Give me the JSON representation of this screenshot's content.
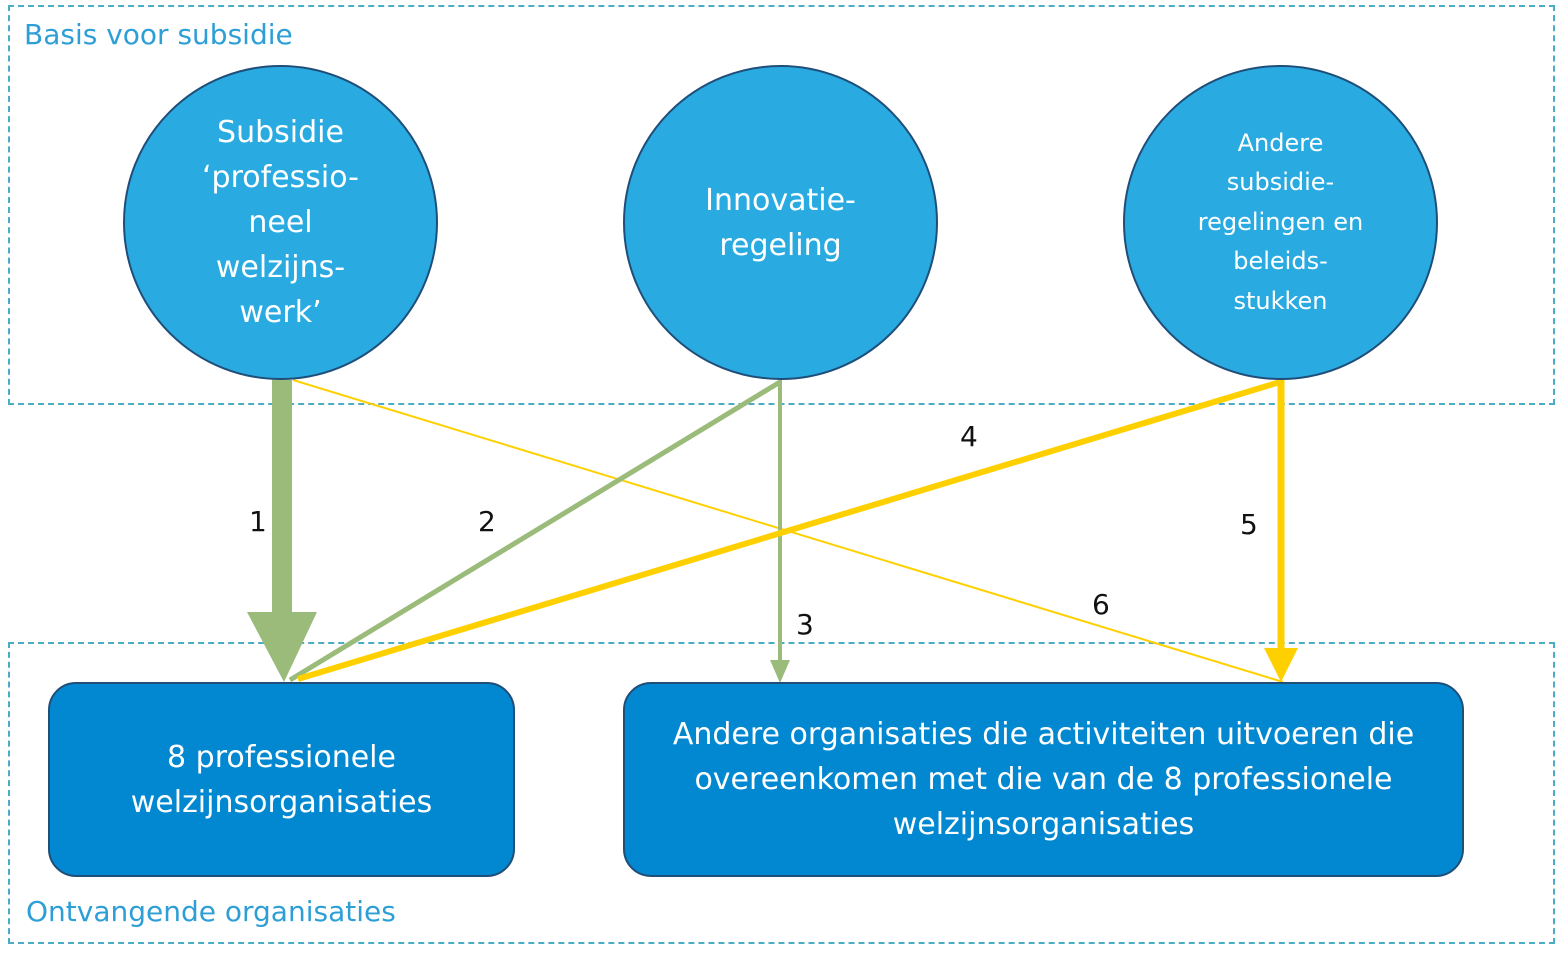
{
  "zones": {
    "top_label": "Basis voor subsidie",
    "bottom_label": "Ontvangende organisaties"
  },
  "sources": [
    {
      "id": "subsidie",
      "label": "Subsidie\n‘professio-\nneel\nwelzijns-\nwerk’"
    },
    {
      "id": "innovatie",
      "label": "Innovatie-\nregeling"
    },
    {
      "id": "andere",
      "label": "Andere\nsubsidie-\nregelingen en\nbeleids-\nstukken"
    }
  ],
  "targets": [
    {
      "id": "professionele",
      "label": "8 professionele\nwelzijnsorganisaties"
    },
    {
      "id": "andere_org",
      "label": "Andere organisaties die activiteiten uitvoeren die\novereenkomen met die van de 8 professionele\nwelzijnsorganisaties"
    }
  ],
  "flows": [
    {
      "number": "1",
      "from": "subsidie",
      "to": "professionele",
      "color": "#9bbb7a"
    },
    {
      "number": "2",
      "from": "innovatie",
      "to": "professionele",
      "color": "#9bbb7a"
    },
    {
      "number": "3",
      "from": "innovatie",
      "to": "andere_org",
      "color": "#9bbb7a"
    },
    {
      "number": "4",
      "from": "andere",
      "to": "professionele",
      "color": "#ffd000"
    },
    {
      "number": "5",
      "from": "andere",
      "to": "andere_org",
      "color": "#ffd000"
    },
    {
      "number": "6",
      "from": "subsidie",
      "to": "andere_org",
      "color": "#ffd000"
    }
  ],
  "colors": {
    "circle_fill": "#29abe2",
    "box_fill": "#0288d1",
    "zone_border": "#4bacc6",
    "green_flow": "#9bbb7a",
    "yellow_flow": "#ffd000"
  }
}
